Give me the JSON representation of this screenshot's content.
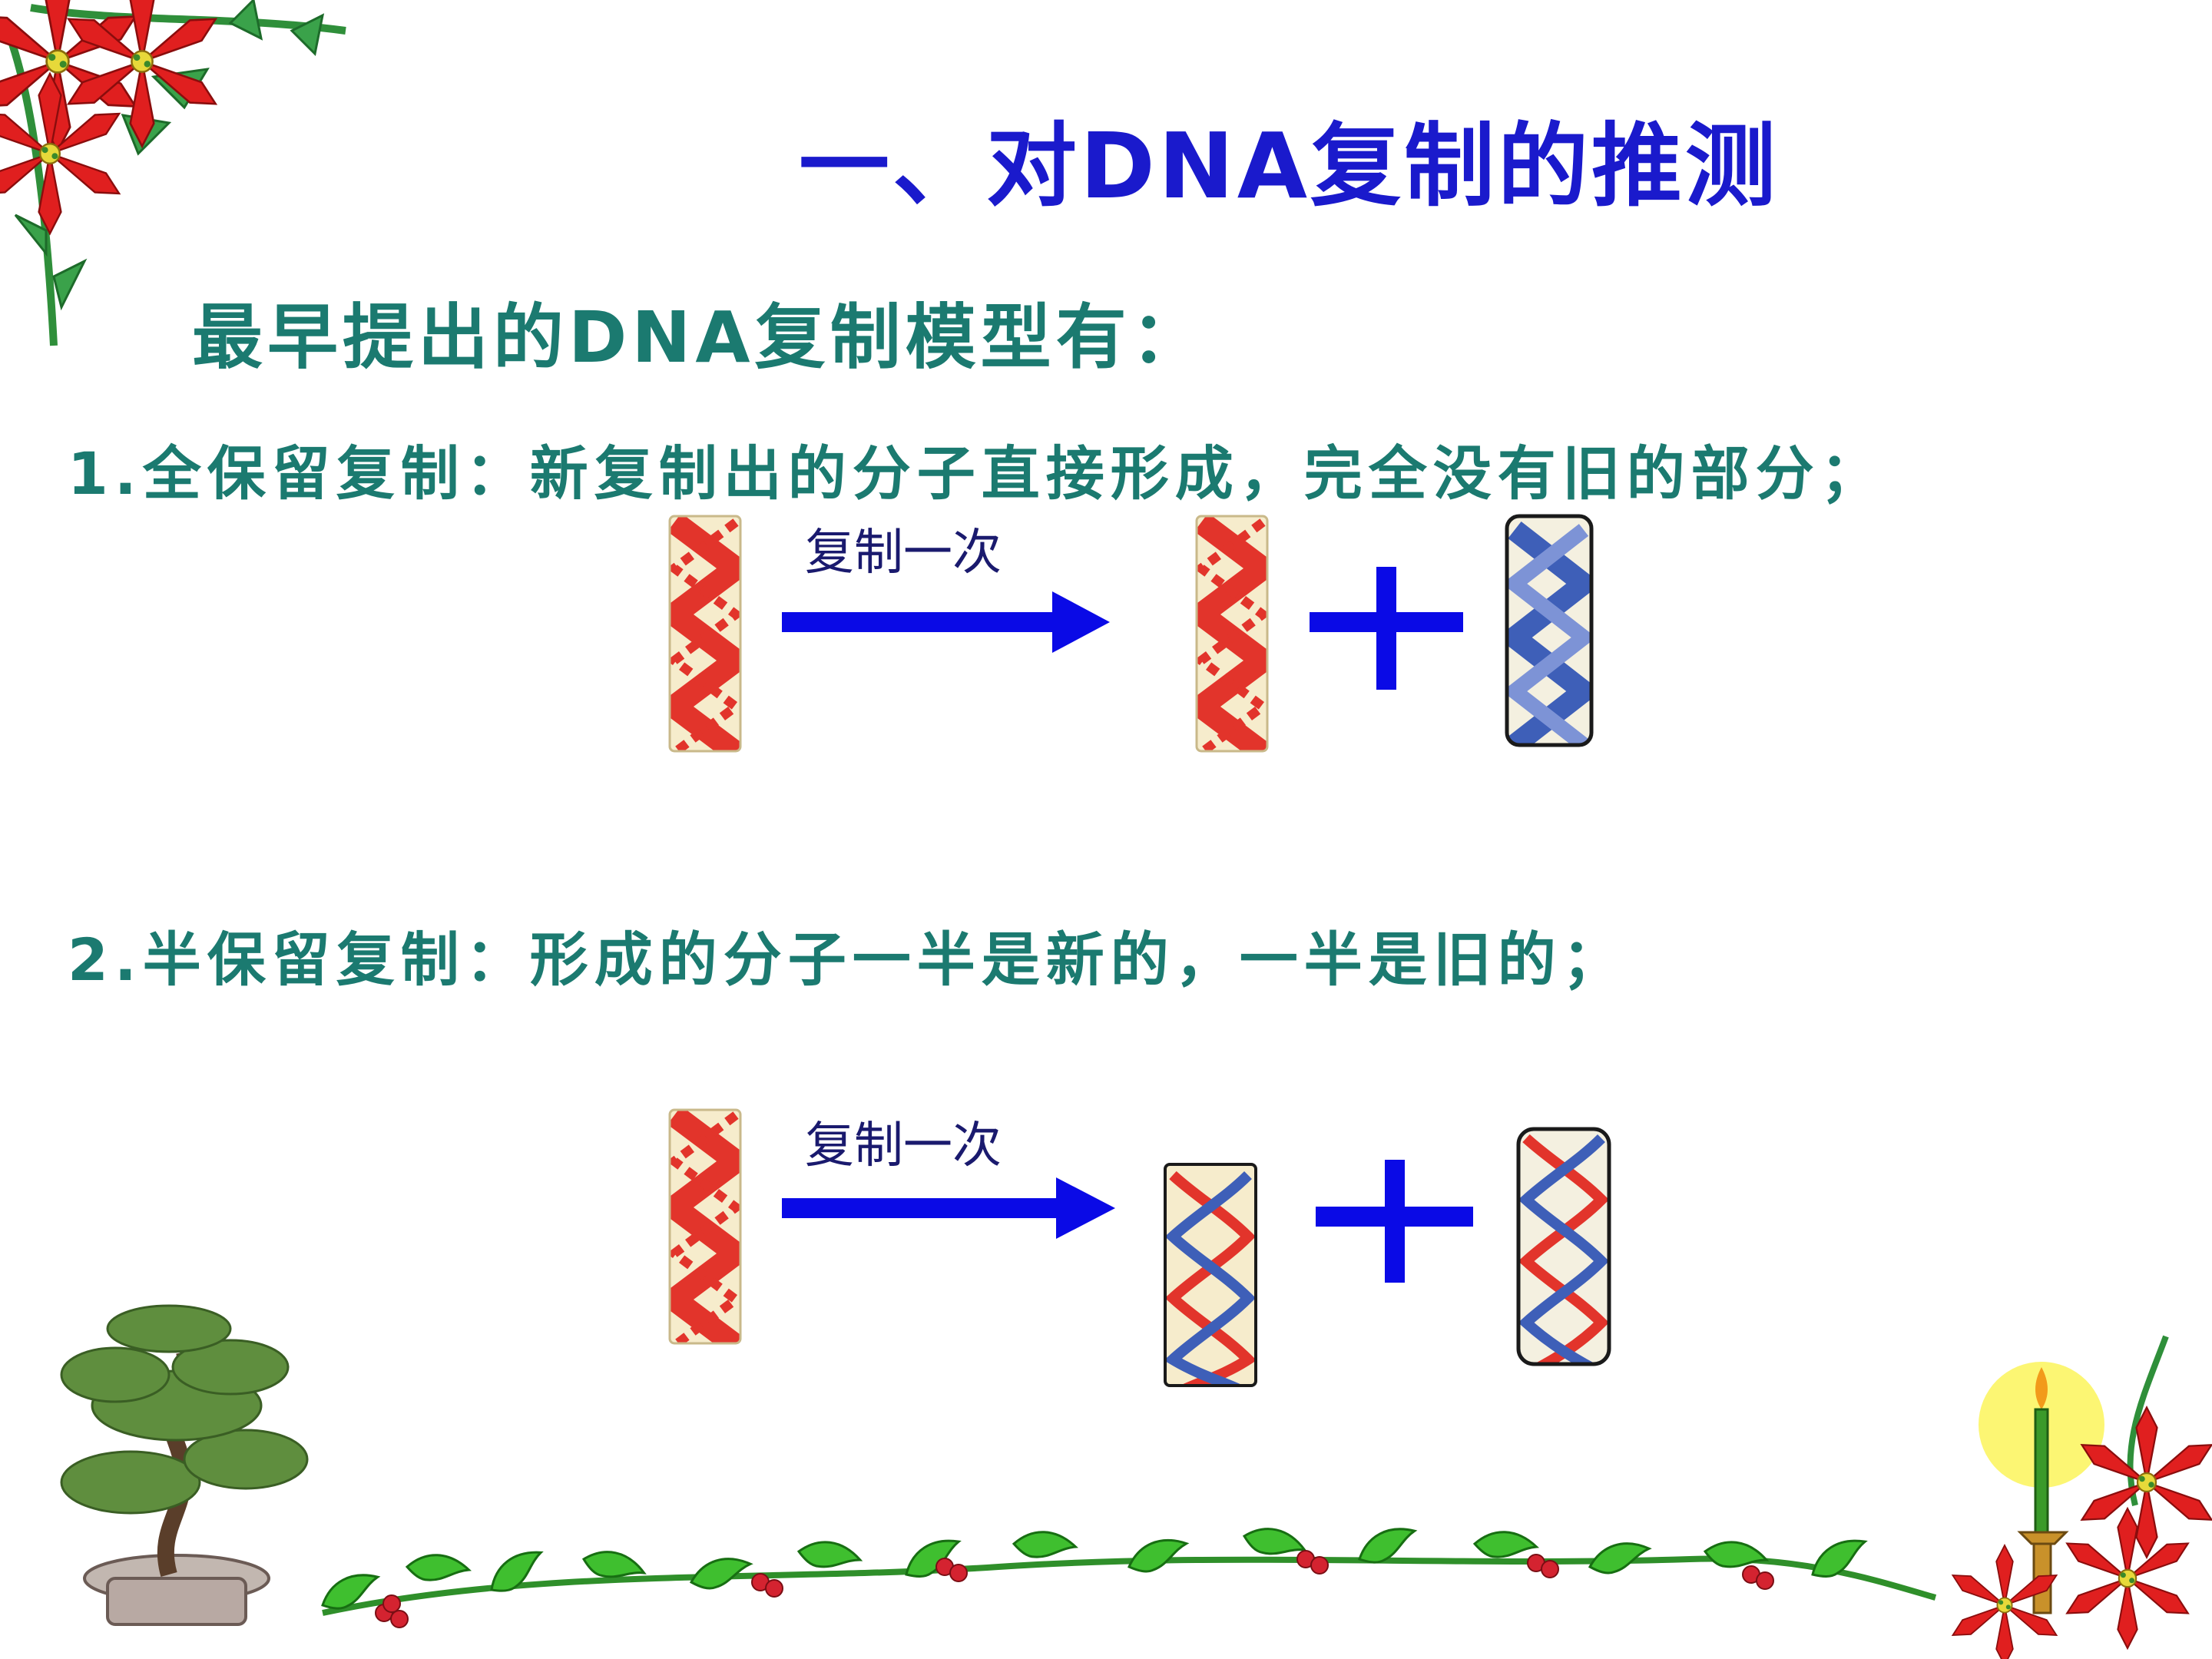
{
  "slide": {
    "title": "一、对DNA复制的推测",
    "subtitle": "最早提出的DNA复制模型有：",
    "items": [
      {
        "text": "1.全保留复制：新复制出的分子直接形成，完全没有旧的部分；",
        "arrow_label": "复制一次"
      },
      {
        "text": "2.半保留复制：形成的分子一半是新的，一半是旧的；",
        "arrow_label": "复制一次"
      }
    ]
  },
  "colors": {
    "title": "#1a1acc",
    "text": "#1b7a70",
    "old_strand": "#e2342b",
    "new_strand": "#3e5fb8",
    "arrow": "#0a0ae6",
    "background_strip": "#f6eccc"
  }
}
